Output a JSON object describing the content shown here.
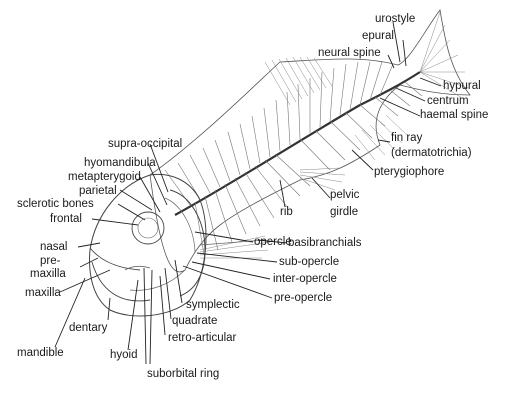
{
  "labels": {
    "urostyle": "urostyle",
    "epural": "epural",
    "neural_spine": "neural spine",
    "hypural": "hypural",
    "centrum": "centrum",
    "haemal_spine": "haemal spine",
    "fin_ray": "fin ray",
    "dermatotrichia": "(dermatotrichia)",
    "pterygiophore": "pterygiophore",
    "pelvic": "pelvic",
    "girdle": "girdle",
    "rib": "rib",
    "supra_occipital": "supra-occipital",
    "hyomandibula": "hyomandibula",
    "metapterygoid": "metapterygoid",
    "parietal": "parietal",
    "sclerotic_bones": "sclerotic bones",
    "frontal": "frontal",
    "nasal": "nasal",
    "pre": "pre-",
    "maxilla_pre": "maxilla",
    "maxilla": "maxilla",
    "dentary": "dentary",
    "mandible": "mandible",
    "hyoid": "hyoid",
    "suborbital_ring": "suborbital ring",
    "retro_articular": "retro-articular",
    "quadrate": "quadrate",
    "symplectic": "symplectic",
    "opercle": "opercle",
    "basibranchials": "basibranchials",
    "sub_opercle": "sub-opercle",
    "inter_opercle": "inter-opercle",
    "pre_opercle": "pre-opercle"
  }
}
